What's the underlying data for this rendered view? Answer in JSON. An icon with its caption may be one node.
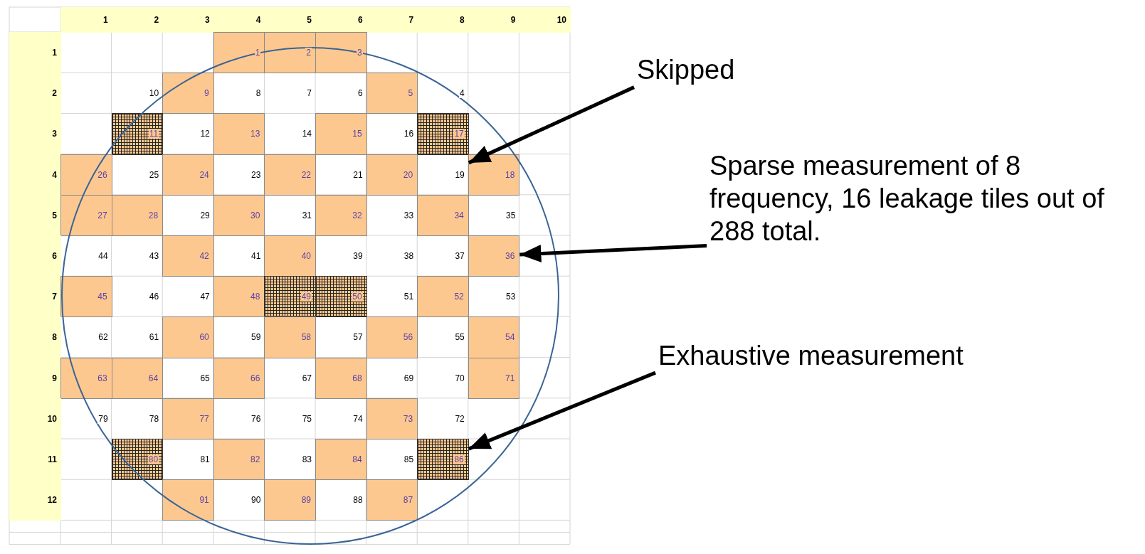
{
  "diagram": {
    "nodes": [
      {
        "text": [
          "Skipped"
        ]
      },
      {
        "text": [
          "19"
        ]
      },
      {
        "text": [
          "Sparse measurement of 8 frequency, 16 leakage tiles out of 288 total."
        ]
      },
      {
        "text": [
          "36"
        ]
      },
      {
        "text": [
          "Exhaustive measurement"
        ]
      },
      {
        "text": [
          "86"
        ]
      }
    ],
    "edges": [
      {
        "from": 0,
        "to": 1,
        "arrow": "to"
      },
      {
        "from": 2,
        "to": 3,
        "arrow": "to"
      },
      {
        "from": 4,
        "to": 5,
        "arrow": "to"
      }
    ],
    "labels": [
      "1",
      "2",
      "3",
      "4",
      "5",
      "6",
      "7",
      "8",
      "9",
      "10",
      "1",
      "1",
      "2",
      "3",
      "2",
      "10",
      "9",
      "8",
      "7",
      "6",
      "5",
      "4",
      "3",
      "11",
      "12",
      "13",
      "14",
      "15",
      "16",
      "17",
      "4",
      "26",
      "25",
      "24",
      "23",
      "22",
      "21",
      "20",
      "18",
      "5",
      "27",
      "28",
      "29",
      "30",
      "31",
      "32",
      "33",
      "34",
      "35",
      "6",
      "44",
      "43",
      "42",
      "41",
      "40",
      "39",
      "38",
      "37",
      "7",
      "45",
      "46",
      "47",
      "48",
      "49",
      "50",
      "51",
      "52",
      "53",
      "8",
      "62",
      "61",
      "60",
      "59",
      "58",
      "57",
      "56",
      "55",
      "54",
      "9",
      "63",
      "64",
      "65",
      "66",
      "67",
      "68",
      "69",
      "70",
      "71",
      "10",
      "79",
      "78",
      "77",
      "76",
      "75",
      "74",
      "73",
      "72",
      "11",
      "80",
      "81",
      "82",
      "83",
      "84",
      "85",
      "12",
      "91",
      "90",
      "89",
      "88",
      "87"
    ]
  }
}
